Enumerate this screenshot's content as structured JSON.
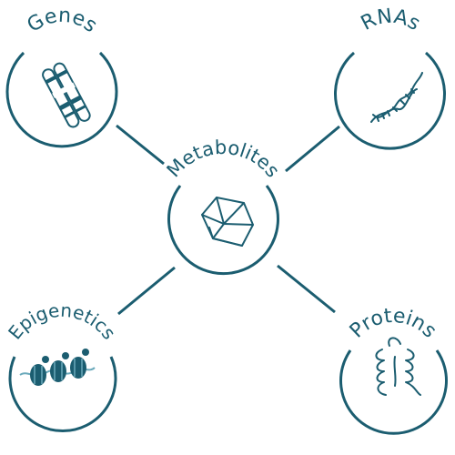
{
  "center": {
    "label": "Metabolites",
    "icon": "polyhedron-icon"
  },
  "nodes": [
    {
      "id": "genes",
      "label": "Genes",
      "icon": "chromosome-icon"
    },
    {
      "id": "rnas",
      "label": "RNAs",
      "icon": "rna-strand-icon"
    },
    {
      "id": "epigenetics",
      "label": "Epigenetics",
      "icon": "nucleosome-icon"
    },
    {
      "id": "proteins",
      "label": "Proteins",
      "icon": "protein-helix-icon"
    }
  ],
  "colors": {
    "primary": "#1b5d70",
    "icon_light": "#6aa9bb"
  }
}
